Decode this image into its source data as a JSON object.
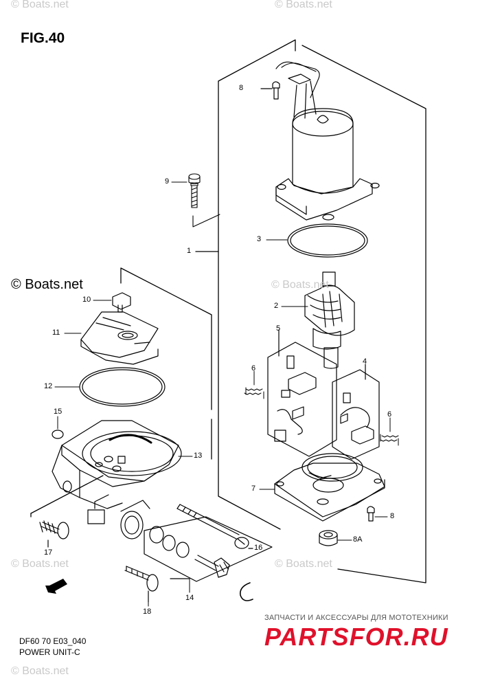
{
  "figure": {
    "title": "FIG.40",
    "code": "DF60 70 E03_040",
    "name": "POWER UNIT-C"
  },
  "watermarks": [
    "© Boats.net",
    "© Boats.net",
    "© Boats.net",
    "© Boats.net",
    "© Boats.net",
    "© Boats.net"
  ],
  "main_watermark": "© Boats.net",
  "callouts": [
    "8",
    "9",
    "3",
    "1",
    "2",
    "10",
    "11",
    "5",
    "12",
    "6",
    "4",
    "15",
    "6",
    "13",
    "7",
    "8",
    "17",
    "8A",
    "16",
    "14",
    "18"
  ],
  "store": {
    "tagline": "ЗАПЧАСТИ И АКСЕССУАРЫ ДЛЯ МОТОТЕХНИКИ",
    "logo": "PARTSFOR.RU",
    "accent": "#e0112b"
  },
  "fwd_label": "FWD"
}
